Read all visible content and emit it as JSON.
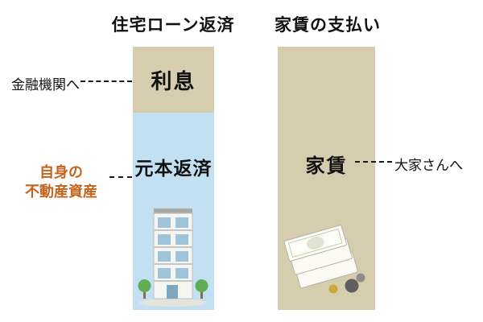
{
  "diagram": {
    "left": {
      "title": "住宅ローン返済",
      "segments": {
        "interest": "利息",
        "principal": "元本返済"
      },
      "annotations": {
        "interest_to": "金融機関へ",
        "principal_owner": "自身の\n不動産資産"
      },
      "illustration": "apartment-building"
    },
    "right": {
      "title": "家賃の支払い",
      "segment": "家賃",
      "annotation": "大家さんへ",
      "illustration": "money-bills-and-coins"
    },
    "colors": {
      "segment_beige": "#d6cdae",
      "segment_blue": "#c2e0f1",
      "annotation_orange": "#c2641e",
      "text_black": "#111111"
    }
  }
}
